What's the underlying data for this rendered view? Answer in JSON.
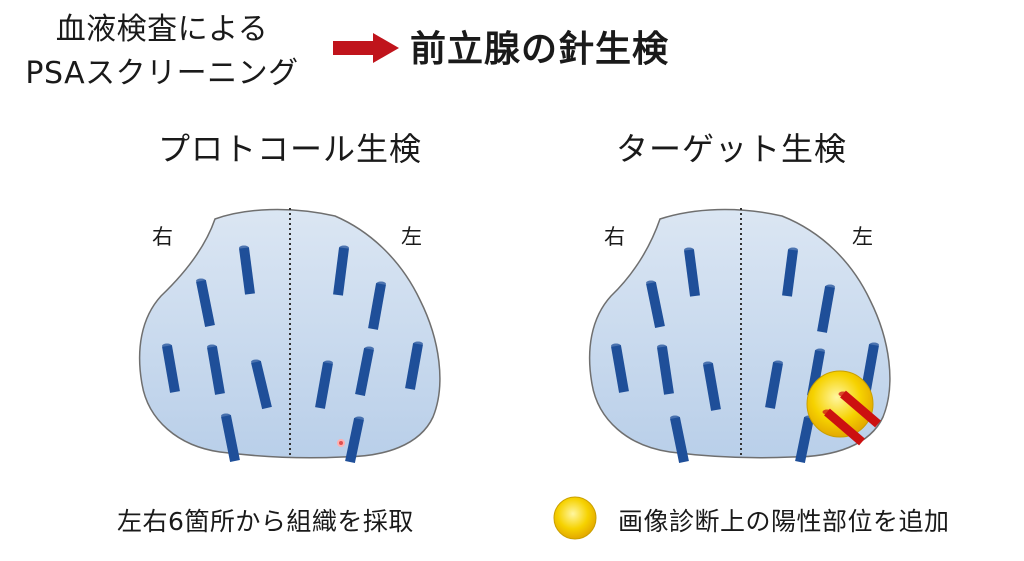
{
  "header": {
    "left_line1": "血液検査による",
    "left_line2": "PSAスクリーニング",
    "right": "前立腺の針生検"
  },
  "sections": {
    "protocol": {
      "title": "プロトコール生検",
      "right_label": "右",
      "left_label": "左",
      "caption": "左右6箇所から組織を採取"
    },
    "target": {
      "title": "ターゲット生検",
      "right_label": "右",
      "left_label": "左",
      "caption": "画像診断上の陽性部位を追加"
    }
  },
  "icons": {
    "arrow": "right-arrow-icon",
    "legend": "yellow-circle-icon"
  },
  "colors": {
    "arrow": "#c0141c",
    "prostate_fill_top": "#dbe6f3",
    "prostate_fill_bottom": "#b9cfe9",
    "needle": "#1f4f99",
    "target_needle": "#cc1010",
    "lesion": "#f6d200"
  }
}
